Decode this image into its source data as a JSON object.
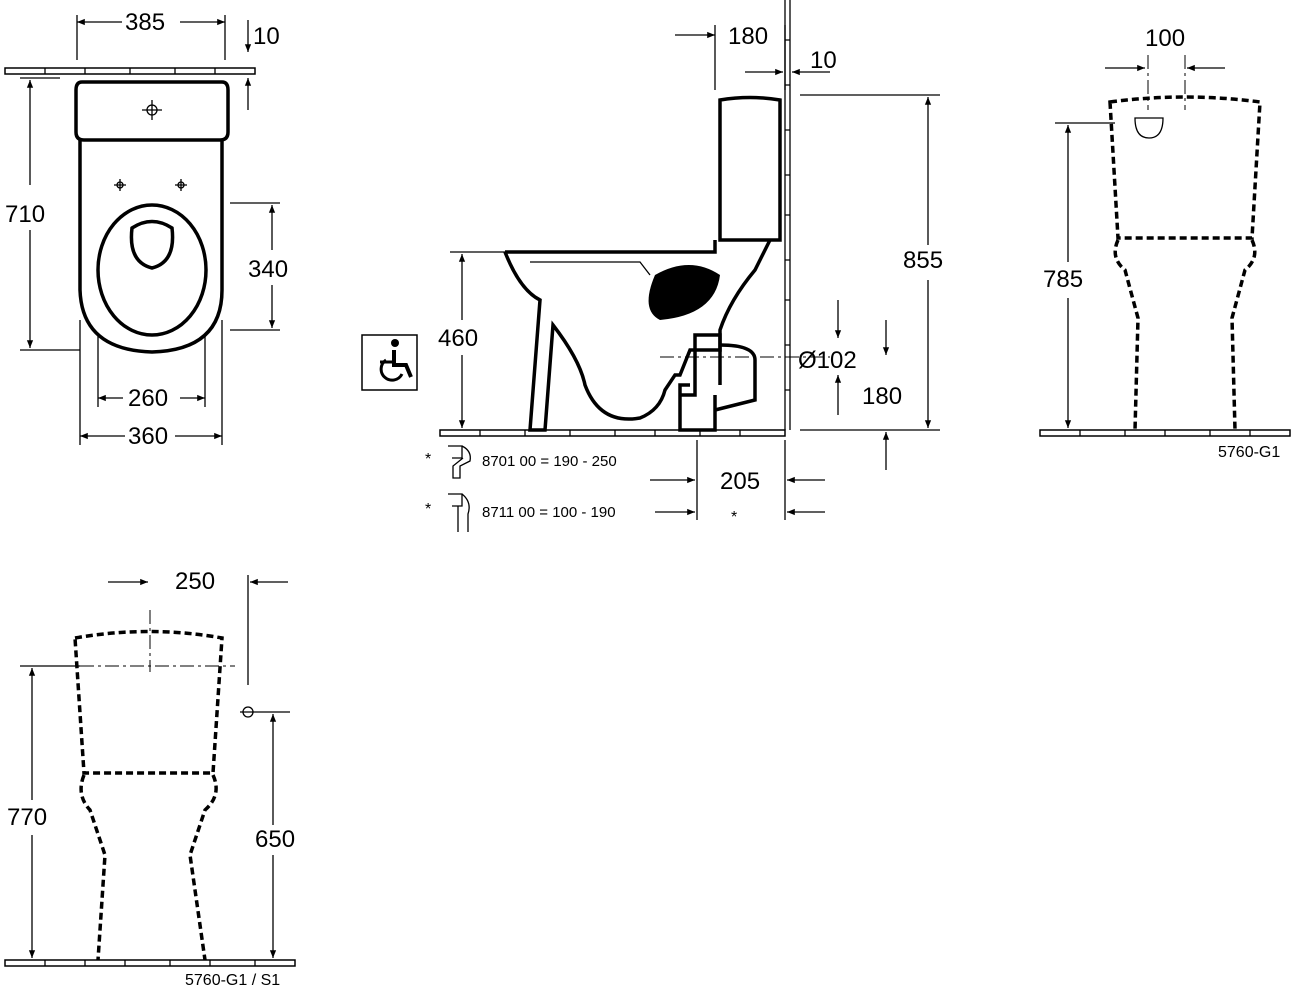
{
  "plan_view": {
    "width_top": "385",
    "wall_gap": "10",
    "depth": "710",
    "seat_depth": "340",
    "seat_width": "260",
    "bowl_width": "360"
  },
  "side_view": {
    "tank_offset": "180",
    "wall_gap": "10",
    "total_height": "855",
    "seat_height": "460",
    "outlet_diameter": "Ø102",
    "outlet_height": "180",
    "outlet_distance": "205",
    "asterisk": "*",
    "adapters": [
      {
        "mark": "*",
        "label": "8701 00 = 190 -  250"
      },
      {
        "mark": "*",
        "label": "8711 00 =  100 - 190"
      }
    ]
  },
  "front_view_right": {
    "top_width": "100",
    "height": "785",
    "model": "5760-G1"
  },
  "front_view_bottom": {
    "inlet_offset": "250",
    "height": "770",
    "inlet_height": "650",
    "model": "5760-G1 / S1"
  },
  "icons": {
    "accessibility": "wheelchair-icon"
  }
}
